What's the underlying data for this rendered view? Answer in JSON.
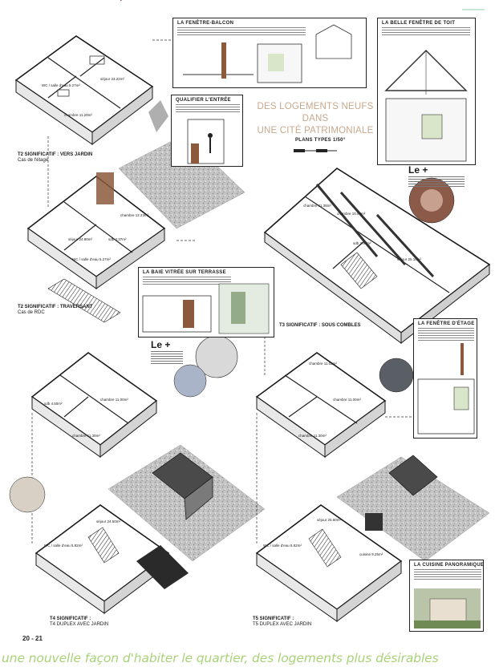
{
  "title": {
    "line1": "DES LOGEMENTS NEUFS DANS",
    "line2": "UNE CITÉ PATRIMONIALE"
  },
  "scale": {
    "label": "PLANS TYPES 1/50°"
  },
  "cards": {
    "balcon": {
      "title": "LA FENÊTRE-BALCON"
    },
    "toit": {
      "title": "LA BELLE FENÊTRE DE TOIT"
    },
    "entree": {
      "title": "QUALIFIER L'ENTRÉE"
    },
    "baie": {
      "title": "LA BAIE VITRÉE SUR TERRASSE"
    },
    "etage": {
      "title": "LA FENÊTRE D'ÉTAGE"
    },
    "cuisine": {
      "title": "LA CUISINE PANORAMIQUE"
    }
  },
  "bonus": {
    "label": "Le +"
  },
  "plans": {
    "t2_etage": {
      "name": "T2 SIGNIFICATIF : VERS JARDIN",
      "level": "Cas de l'étage"
    },
    "t2_rdc": {
      "name": "T2 SIGNIFICATIF : TRAVERSANT",
      "level": "Cas de RDC"
    },
    "t3": {
      "name": "T3 SIGNIFICATIF : SOUS COMBLES"
    },
    "t4": {
      "name": "T4 SIGNIFICATIF :",
      "level": "T4 DUPLEX AVEC JARDIN"
    },
    "t5": {
      "name": "T5 SIGNIFICATIF :",
      "level": "T5 DUPLEX AVEC JARDIN"
    }
  },
  "rooms": {
    "t2e_sejour": "séjour 23.22m²",
    "t2e_wc": "WC / salle d'eau 5.27m²",
    "t2e_chambre": "chambre 11.20m²",
    "t2r_sejour": "séjour 24.80m²",
    "t2r_sdb": "sdb 3.37m²",
    "t2r_chambre": "chambre 12.23m²",
    "t2r_wc": "WC / salle d'eau 5.27m²",
    "t3_ch1": "chambre 11.38m²",
    "t3_ch2": "chambre 10.50m²",
    "t3_sejour": "séjour 25.10m²",
    "t3_sdb": "sdb 3.97m²",
    "t4_sdb": "sdb 4.50m²",
    "t4_ch1": "chambre 11.00m²",
    "t4_ch2": "chambre 11.30m²",
    "t4_sejour": "séjour 24.50m²",
    "t4_wc": "WC / salle d'eau 5.82m²",
    "t5_ch1": "chambre 11.02m²",
    "t5_ch2": "chambre 11.00m²",
    "t5_ch3": "chambre 11.30m²",
    "t5_sejour": "séjour 25.60m²",
    "t5_cuisine": "cuisine 9.25m²",
    "t5_wc": "WC / salle d'eau 5.82m²"
  },
  "page_number": "20 - 21",
  "footer": "une nouvelle façon d'habiter le quartier, des logements plus désirables",
  "colors": {
    "title": "#c7a88c",
    "footer": "#a9d279",
    "wood": "#8b5a3c",
    "hatch": "#bdbdbd",
    "roof": "#4a4a4a",
    "line": "#1a1a1a"
  }
}
